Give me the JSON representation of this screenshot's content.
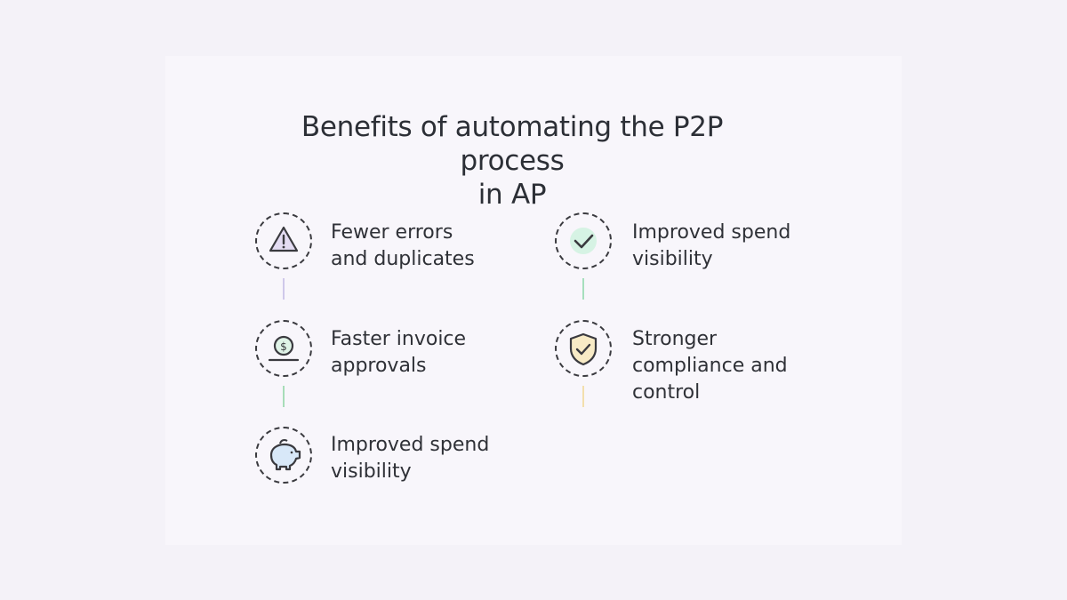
{
  "title": "Benefits of automating the P2P process\nin AP",
  "items": [
    {
      "label": "Fewer errors\nand duplicates",
      "icon": "warning-icon",
      "accent": "#e4dcf3"
    },
    {
      "label": "Faster invoice\napprovals",
      "icon": "coin-hand-icon",
      "accent": "#dff3e7"
    },
    {
      "label": "Improved spend\nvisibility",
      "icon": "piggy-bank-icon",
      "accent": "#d8e8f8"
    },
    {
      "label": "Improved spend\nvisibility",
      "icon": "checkmark-icon",
      "accent": "#d6f3e4"
    },
    {
      "label": "Stronger\ncompliance and\ncontrol",
      "icon": "shield-check-icon",
      "accent": "#f8ebc6"
    }
  ],
  "colors": {
    "connector_1": "#cfc8ea",
    "connector_2": "#a7ddb8",
    "connector_4": "#a6dfbd",
    "connector_5": "#f3dfad"
  }
}
